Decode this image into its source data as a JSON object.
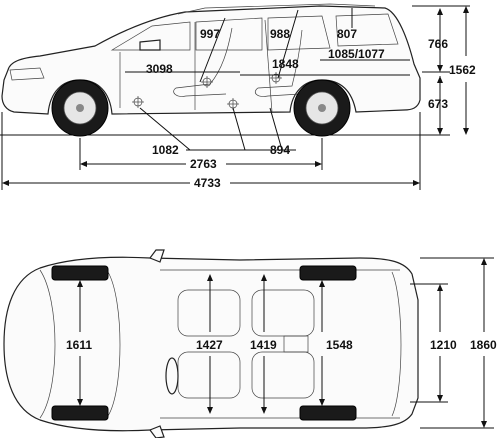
{
  "dimensions": {
    "side": {
      "headroom_front": "997",
      "headroom_rear": "988",
      "headroom_cargo": "807",
      "height_upper": "766",
      "height_total": "1562",
      "height_lower": "673",
      "cabin_length": "3098",
      "rear_length": "1848",
      "cargo_length": "1085/1077",
      "front_overhang_to_seat": "1082",
      "seat_to_rear": "894",
      "wheelbase": "2763",
      "overall_length": "4733"
    },
    "top": {
      "front_track": "1611",
      "front_shoulder": "1427",
      "rear_shoulder": "1419",
      "rear_track": "1548",
      "cargo_width": "1210",
      "overall_width": "1860"
    }
  }
}
